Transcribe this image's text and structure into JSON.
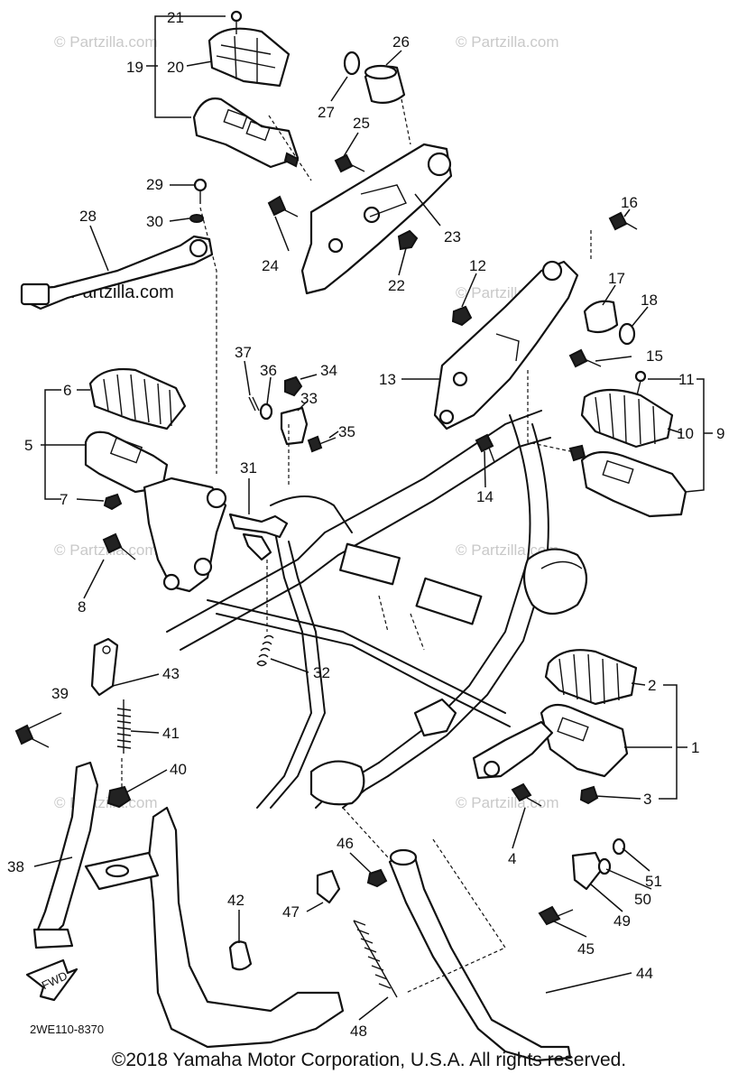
{
  "watermark": "© Partzilla.com",
  "watermark_strong": "© Partzilla.com",
  "diagram_code": "2WE110-8370",
  "fwd_label": "FWD",
  "copyright": "©2018 Yamaha Motor Corporation, U.S.A. All rights reserved.",
  "callouts": [
    "1",
    "2",
    "3",
    "4",
    "5",
    "6",
    "7",
    "8",
    "9",
    "10",
    "11",
    "12",
    "13",
    "14",
    "15",
    "16",
    "17",
    "18",
    "19",
    "20",
    "21",
    "22",
    "23",
    "24",
    "25",
    "26",
    "27",
    "28",
    "29",
    "30",
    "31",
    "32",
    "33",
    "34",
    "35",
    "36",
    "37",
    "38",
    "39",
    "40",
    "41",
    "42",
    "43",
    "44",
    "45",
    "46",
    "47",
    "48",
    "49",
    "50",
    "51"
  ]
}
